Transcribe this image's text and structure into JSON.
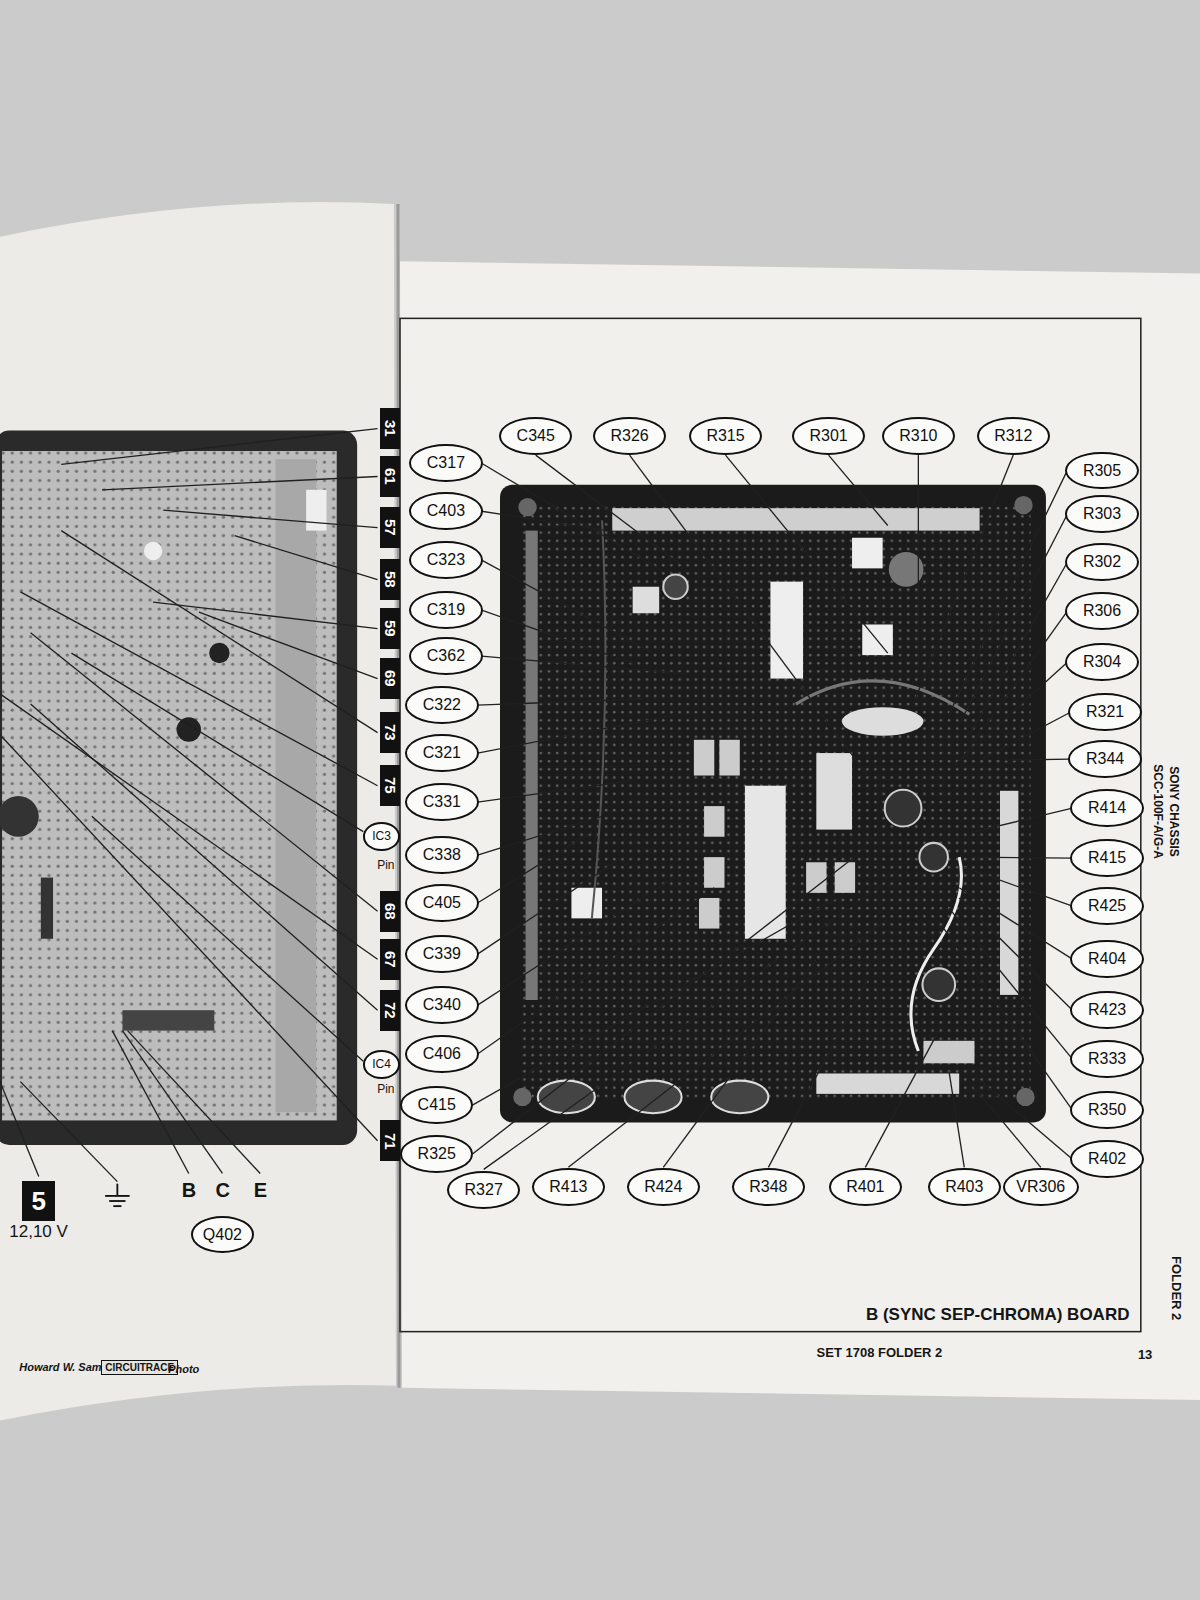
{
  "diagram": {
    "caption": "B (SYNC SEP-CHROMA) BOARD",
    "nodes": [
      {
        "text": [
          "31"
        ]
      },
      {
        "text": [
          "61"
        ]
      },
      {
        "text": [
          "57"
        ]
      },
      {
        "text": [
          "58"
        ]
      },
      {
        "text": [
          "59"
        ]
      },
      {
        "text": [
          "69"
        ]
      },
      {
        "text": [
          "73"
        ]
      },
      {
        "text": [
          "75"
        ]
      },
      {
        "text": [
          "IC3"
        ]
      },
      {
        "text": [
          "68"
        ]
      },
      {
        "text": [
          "67"
        ]
      },
      {
        "text": [
          "72"
        ]
      },
      {
        "text": [
          "IC4"
        ]
      },
      {
        "text": [
          "71"
        ]
      },
      {
        "text": [
          "5"
        ]
      },
      {
        "text": [
          "Q402"
        ]
      },
      {
        "text": [
          "C345"
        ]
      },
      {
        "text": [
          "R326"
        ]
      },
      {
        "text": [
          "R315"
        ]
      },
      {
        "text": [
          "R301"
        ]
      },
      {
        "text": [
          "R310"
        ]
      },
      {
        "text": [
          "R312"
        ]
      },
      {
        "text": [
          "C317"
        ]
      },
      {
        "text": [
          "C403"
        ]
      },
      {
        "text": [
          "C323"
        ]
      },
      {
        "text": [
          "C319"
        ]
      },
      {
        "text": [
          "C362"
        ]
      },
      {
        "text": [
          "C322"
        ]
      },
      {
        "text": [
          "C321"
        ]
      },
      {
        "text": [
          "C331"
        ]
      },
      {
        "text": [
          "C338"
        ]
      },
      {
        "text": [
          "C405"
        ]
      },
      {
        "text": [
          "C339"
        ]
      },
      {
        "text": [
          "C340"
        ]
      },
      {
        "text": [
          "C406"
        ]
      },
      {
        "text": [
          "C415"
        ]
      },
      {
        "text": [
          "R325"
        ]
      },
      {
        "text": [
          "R305"
        ]
      },
      {
        "text": [
          "R303"
        ]
      },
      {
        "text": [
          "R302"
        ]
      },
      {
        "text": [
          "R306"
        ]
      },
      {
        "text": [
          "R304"
        ]
      },
      {
        "text": [
          "R321"
        ]
      },
      {
        "text": [
          "R344"
        ]
      },
      {
        "text": [
          "R414"
        ]
      },
      {
        "text": [
          "R415"
        ]
      },
      {
        "text": [
          "R425"
        ]
      },
      {
        "text": [
          "R404"
        ]
      },
      {
        "text": [
          "R423"
        ]
      },
      {
        "text": [
          "R333"
        ]
      },
      {
        "text": [
          "R350"
        ]
      },
      {
        "text": [
          "R402"
        ]
      },
      {
        "text": [
          "R327"
        ]
      },
      {
        "text": [
          "R413"
        ]
      },
      {
        "text": [
          "R424"
        ]
      },
      {
        "text": [
          "R348"
        ]
      },
      {
        "text": [
          "R401"
        ]
      },
      {
        "text": [
          "R403"
        ]
      },
      {
        "text": [
          "VR306"
        ]
      }
    ],
    "labels": [
      "Pin",
      "Pin",
      "12,10 V",
      "B",
      "C",
      "E",
      "Howard W. Sams",
      "CIRCUITRACE",
      "Photo",
      "SONY CHASSIS",
      "SCC-100F-A/G-A",
      "FOLDER 2",
      "SET 1708 FOLDER 2",
      "13"
    ]
  }
}
